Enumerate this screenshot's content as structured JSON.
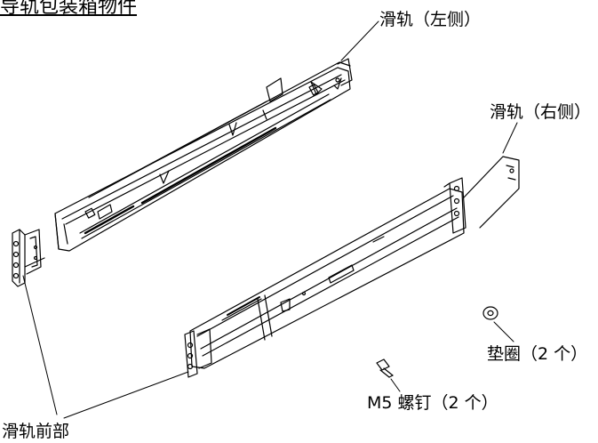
{
  "diagram": {
    "title": "导轨包装箱物件",
    "labels": {
      "left_rail": "滑轨（左侧）",
      "right_rail": "滑轨（右侧）",
      "washer": "垫圈（2 个）",
      "screw": "M5 螺钉（2 个）",
      "rail_front": "滑轨前部"
    }
  }
}
